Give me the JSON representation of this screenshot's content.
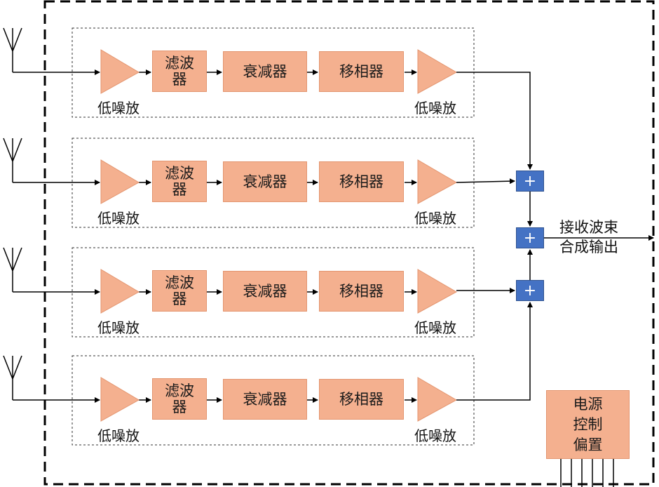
{
  "channels": [
    {
      "lna_in": "低噪放",
      "filter": [
        "滤波",
        "器"
      ],
      "attenuator": "衰减器",
      "phase_shifter": "移相器",
      "lna_out": "低噪放"
    },
    {
      "lna_in": "低噪放",
      "filter": [
        "滤波",
        "器"
      ],
      "attenuator": "衰减器",
      "phase_shifter": "移相器",
      "lna_out": "低噪放"
    },
    {
      "lna_in": "低噪放",
      "filter": [
        "滤波",
        "器"
      ],
      "attenuator": "衰减器",
      "phase_shifter": "移相器",
      "lna_out": "低噪放"
    },
    {
      "lna_in": "低噪放",
      "filter": [
        "滤波",
        "器"
      ],
      "attenuator": "衰减器",
      "phase_shifter": "移相器",
      "lna_out": "低噪放"
    }
  ],
  "adders": [
    "+",
    "+",
    "+"
  ],
  "output": {
    "line1": "接收波束",
    "line2": "合成输出"
  },
  "power": {
    "line1": "电源",
    "line2": "控制",
    "line3": "偏置"
  },
  "colors": {
    "block_fill": "#f4b08f",
    "adder_fill": "#4472c4",
    "line": "#000000"
  }
}
